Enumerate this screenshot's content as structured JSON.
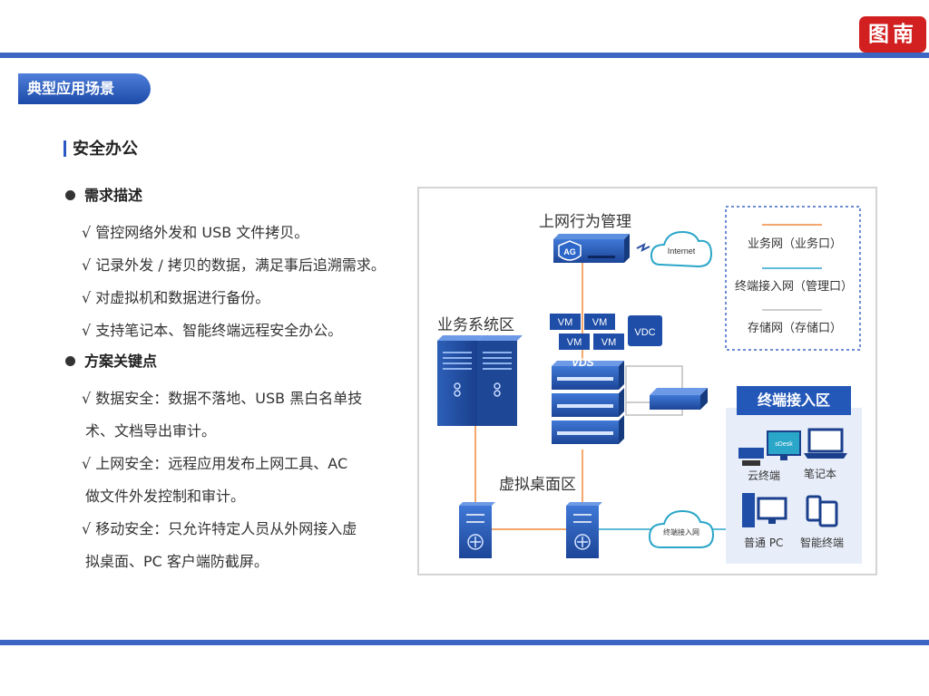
{
  "logo": "图南",
  "section_tag": "典型应用场景",
  "subtitle": "安全办公",
  "requirements": {
    "heading": "需求描述",
    "items": [
      "√ 管控网络外发和 USB 文件拷贝。",
      "√ 记录外发 / 拷贝的数据，满足事后追溯需求。",
      "√ 对虚拟机和数据进行备份。",
      "√ 支持笔记本、智能终端远程安全办公。"
    ]
  },
  "solution": {
    "heading": "方案关键点",
    "items": [
      "√ 数据安全：数据不落地、USB 黑白名单技",
      "术、文档导出审计。",
      "√ 上网安全：远程应用发布上网工具、AC",
      "做文件外发控制和审计。",
      "√ 移动安全：只允许特定人员从外网接入虚",
      "拟桌面、PC 客户端防截屏。"
    ]
  },
  "diagram": {
    "behavior_mgmt": "上网行为管理",
    "ag_label": "AG",
    "internet": "Internet",
    "business_zone": "业务系统区",
    "vm_labels": [
      "VM",
      "VM",
      "VM",
      "VM"
    ],
    "vdc": "VDC",
    "vds": "VDS",
    "desktop_zone": "虚拟桌面区",
    "terminal_net": "终端接入网",
    "legend": [
      {
        "label": "业务网（业务口）",
        "color": "#f08a3c"
      },
      {
        "label": "终端接入网（管理口）",
        "color": "#2aa6c8"
      },
      {
        "label": "存储网（存储口）",
        "color": "#bdbdbd"
      }
    ],
    "terminal_zone": {
      "title": "终端接入区",
      "devices": [
        "云终端",
        "笔记本",
        "普通 PC",
        "智能终端"
      ],
      "screen_text": "sDesk"
    }
  }
}
